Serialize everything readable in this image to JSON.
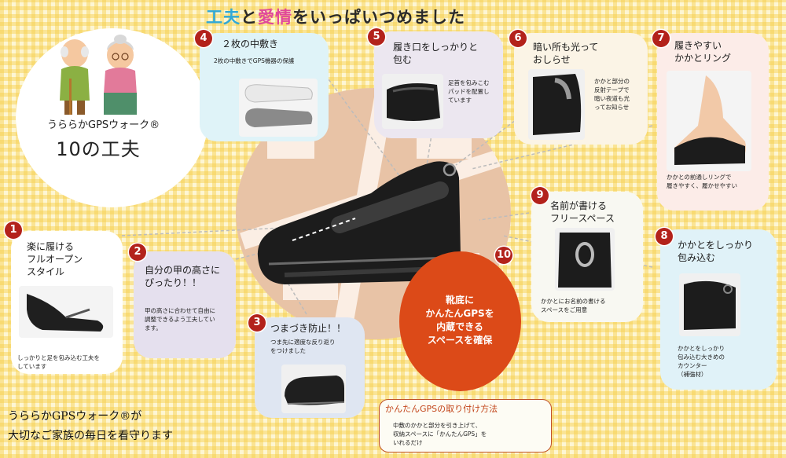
{
  "headline": {
    "part1": "工夫",
    "part2": "と",
    "part3": "愛情",
    "part4": "をいっぱいつめました"
  },
  "intro": {
    "line1": "うららかGPSウォーク®",
    "line2": "10の工夫"
  },
  "features": [
    {
      "num": "1",
      "title": "楽に履ける\nフルオープン\nスタイル",
      "desc": "しっかりと足を包み込む工夫を\nしています"
    },
    {
      "num": "2",
      "title": "自分の甲の高さに\nぴったり！！",
      "desc": "甲の高さに合わせて自由に\n調整できるよう工夫してい\nます。"
    },
    {
      "num": "3",
      "title": "つまづき防止！！",
      "desc": "つま先に適度な反り返り\nをつけました"
    },
    {
      "num": "4",
      "title": "２枚の中敷き",
      "desc": "2枚の中敷きでGPS機器の保護"
    },
    {
      "num": "5",
      "title": "履き口をしっかりと\n包む",
      "desc": "足首を包みこむ\nパッドを配置し\nています"
    },
    {
      "num": "6",
      "title": "暗い所も光って\nおしらせ",
      "desc": "かかと部分の\n反射テープで\n暗い夜道も光\nってお知らせ"
    },
    {
      "num": "7",
      "title": "履きやすい\nかかとリング",
      "desc": "かかとの前通しリングで\n履きやすく、履かせやすい"
    },
    {
      "num": "8",
      "title": "かかとをしっかり\n包み込む",
      "desc": "かかとをしっかり\n包み込む大きめの\nカウンター\n（補強材）"
    },
    {
      "num": "9",
      "title": "名前が書ける\nフリースペース",
      "desc": "かかとにお名前の書ける\nスペースをご用意"
    },
    {
      "num": "10",
      "title": "靴底に\nかんたんGPSを\n内蔵できる\nスペースを確保",
      "desc": ""
    }
  ],
  "install": {
    "title": "かんたんGPSの取り付け方法",
    "body": "中敷のかかと部分を引き上げて、\n収納スペースに「かんたんGPS」を\nいれるだけ"
  },
  "footer": "うららかGPSウォーク®が\n大切なご家族の毎日を看守ります",
  "colors": {
    "number_badge": "#b3221b",
    "gps_circle": "#dc4a18",
    "headline_accent_1": "#2fa8d8",
    "headline_accent_2": "#e0489a"
  }
}
